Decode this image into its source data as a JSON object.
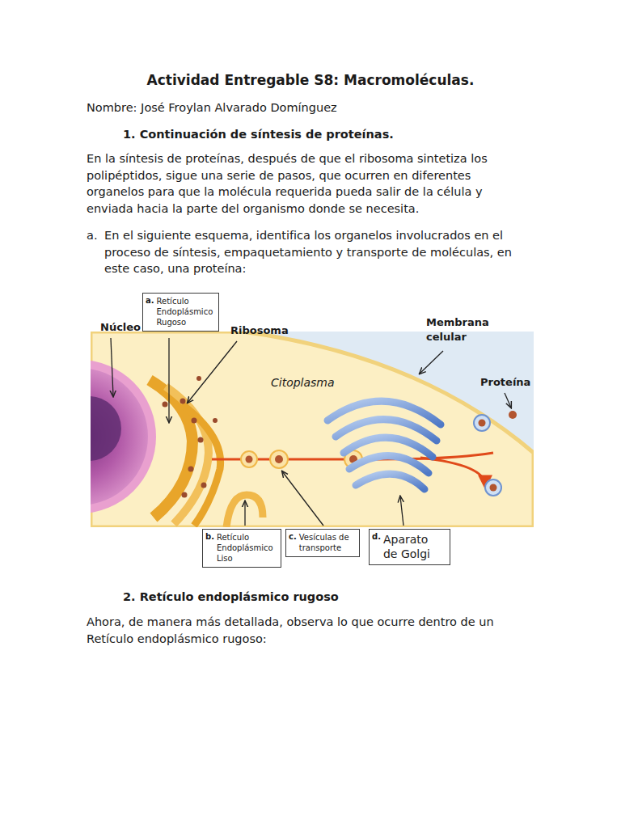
{
  "diagram": {
    "title": "Actividad Entregable S8: Macromoléculas.",
    "nodes": [
      {
        "text": [
          "a.",
          "Retículo Endoplásmico Rugoso"
        ]
      },
      {
        "text": [
          "b.",
          "Retículo Endoplásmico Liso"
        ]
      },
      {
        "text": [
          "c.",
          "Vesículas de transporte"
        ]
      },
      {
        "text": [
          "d.",
          "Aparato de Golgi"
        ]
      }
    ],
    "labels": [
      "Nombre: José Froylan Alvarado Domínguez",
      "1. Continuación de síntesis de proteínas.",
      "En la síntesis de proteínas, después de que el ribosoma sintetiza los polipéptidos, sigue una serie de pasos, que ocurren en diferentes organelos para que la molécula requerida pueda salir de la célula y enviada hacia la parte del organismo donde se necesita.",
      "a.",
      "En el siguiente esquema, identifica los organelos involucrados en el proceso de síntesis, empaquetamiento y transporte de moléculas, en este caso, una proteína:",
      "Núcleo",
      "Ribosoma",
      "Membrana celular",
      "Citoplasma",
      "Proteína",
      "2. Retículo endoplásmico rugoso",
      "Ahora, de manera más detallada, observa lo que ocurre dentro de un Retículo endoplásmico rugoso:"
    ]
  }
}
